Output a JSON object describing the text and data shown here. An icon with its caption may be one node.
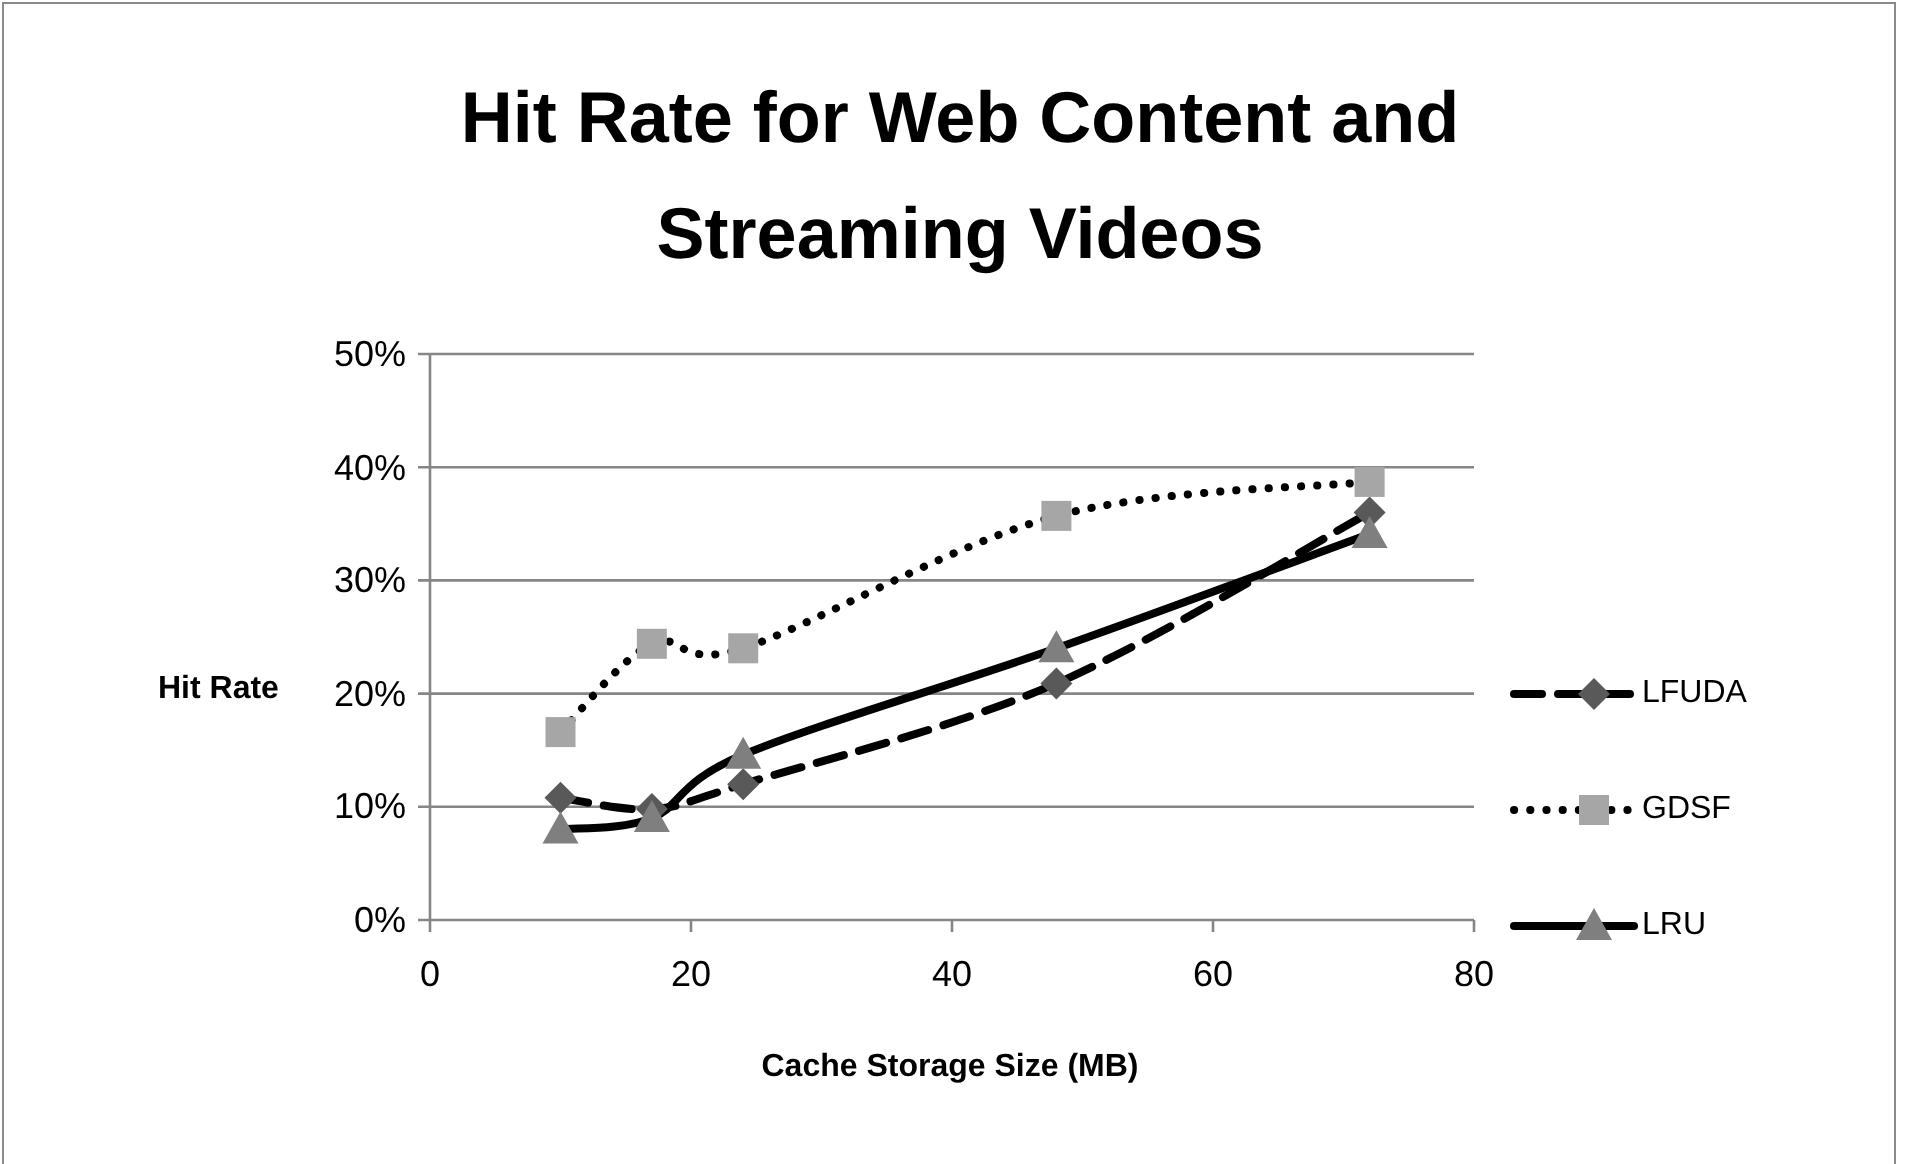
{
  "diagram": {
    "chart_data": {
      "type": "line",
      "title": "Hit Rate for Web Content and Streaming Videos",
      "xlabel": "Cache Storage Size (MB)",
      "ylabel": "Hit Rate",
      "x": [
        10,
        17,
        24,
        48,
        72
      ],
      "series": [
        {
          "name": "LFUDA",
          "color": "#595959",
          "line_style": "dashed",
          "marker": "diamond",
          "values": [
            0.108,
            0.098,
            0.12,
            0.209,
            0.36
          ]
        },
        {
          "name": "GDSF",
          "color": "#a6a6a6",
          "line_style": "dotted",
          "marker": "square",
          "values": [
            0.166,
            0.244,
            0.24,
            0.357,
            0.387
          ]
        },
        {
          "name": "LRU",
          "color": "#7f7f7f",
          "line_style": "solid",
          "marker": "triangle",
          "values": [
            0.08,
            0.09,
            0.146,
            0.24,
            0.341
          ]
        }
      ],
      "xlim": [
        0,
        80
      ],
      "ylim": [
        0,
        0.5
      ],
      "xticks": [
        0,
        20,
        40,
        60,
        80
      ],
      "yticks": [
        {
          "value": 0,
          "label": "0%"
        },
        {
          "value": 0.1,
          "label": "10%"
        },
        {
          "value": 0.2,
          "label": "20%"
        },
        {
          "value": 0.3,
          "label": "30%"
        },
        {
          "value": 0.4,
          "label": "40%"
        },
        {
          "value": 0.5,
          "label": "50%"
        }
      ],
      "grid": "y",
      "legend": true
    }
  }
}
